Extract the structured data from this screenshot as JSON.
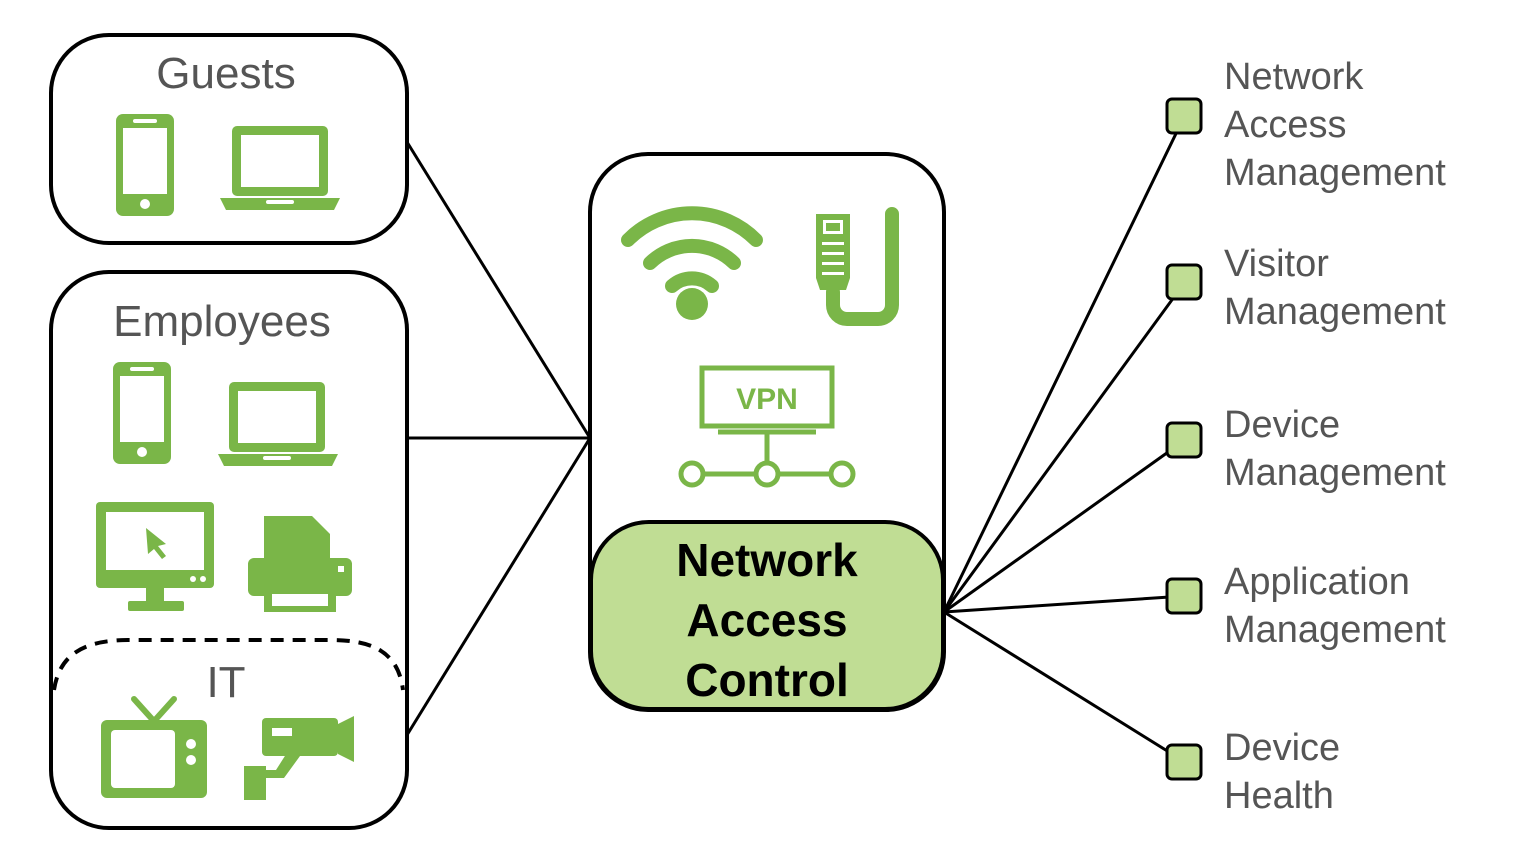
{
  "groups": {
    "guests": "Guests",
    "employees": "Employees",
    "it": "IT"
  },
  "center": {
    "vpn_label": "VPN",
    "title_lines": [
      "Network",
      "Access",
      "Control"
    ]
  },
  "features": [
    {
      "lines": [
        "Network",
        "Access",
        "Management"
      ]
    },
    {
      "lines": [
        "Visitor",
        "Management"
      ]
    },
    {
      "lines": [
        "Device",
        "Management"
      ]
    },
    {
      "lines": [
        "Application",
        "Management"
      ]
    },
    {
      "lines": [
        "Device",
        "Health"
      ]
    }
  ],
  "colors": {
    "icon_green": "#7ab648",
    "nac_fill": "#c0dd94",
    "node_fill": "#c0dd94",
    "outline": "#000000",
    "label_gray": "#555555"
  },
  "icons": [
    "smartphone-icon",
    "laptop-icon",
    "monitor-icon",
    "printer-icon",
    "tv-icon",
    "security-camera-icon",
    "wifi-icon",
    "ethernet-cable-icon",
    "vpn-network-icon"
  ]
}
